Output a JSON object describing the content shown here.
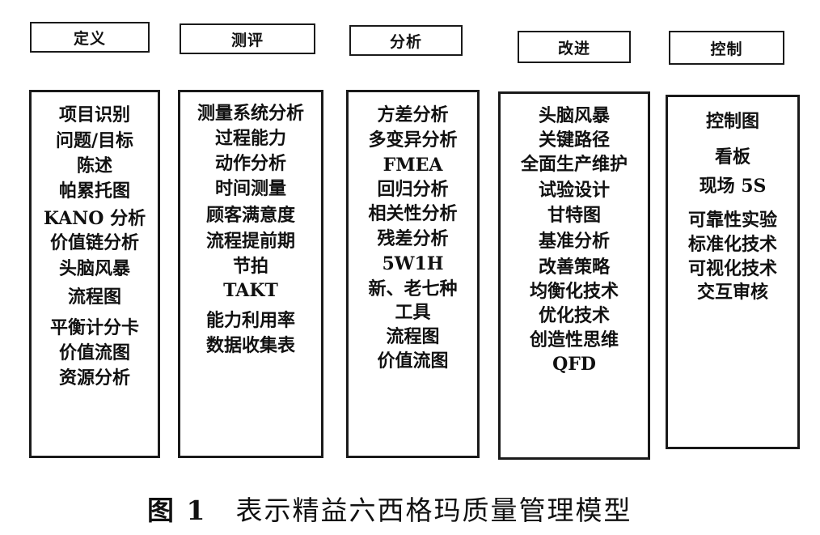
{
  "stages": [
    {
      "header": "定义",
      "items": [
        "项目识别",
        "问题/目标",
        "陈述",
        "帕累托图",
        "KANO 分析",
        "价值链分析",
        "头脑风暴",
        "流程图",
        "平衡计分卡",
        "价值流图",
        "资源分析"
      ]
    },
    {
      "header": "测评",
      "items": [
        "测量系统分析",
        "过程能力",
        "动作分析",
        "时间测量",
        "顾客满意度",
        "流程提前期",
        "节拍",
        "TAKT",
        "能力利用率",
        "数据收集表"
      ]
    },
    {
      "header": "分析",
      "items": [
        "方差分析",
        "多变异分析",
        "FMEA",
        "回归分析",
        "相关性分析",
        "残差分析",
        "5W1H",
        "新、老七种",
        "工具",
        "流程图",
        "价值流图"
      ]
    },
    {
      "header": "改进",
      "items": [
        "头脑风暴",
        "关键路径",
        "全面生产维护",
        "试验设计",
        "甘特图",
        "基准分析",
        "改善策略",
        "均衡化技术",
        "优化技术",
        "创造性思维",
        "QFD"
      ]
    },
    {
      "header": "控制",
      "items": [
        "控制图",
        "看板",
        "现场 5S",
        "可靠性实验",
        "标准化技术",
        "可视化技术",
        "交互审核"
      ]
    }
  ],
  "caption": {
    "number": "图 1",
    "title": "表示精益六西格玛质量管理模型"
  }
}
